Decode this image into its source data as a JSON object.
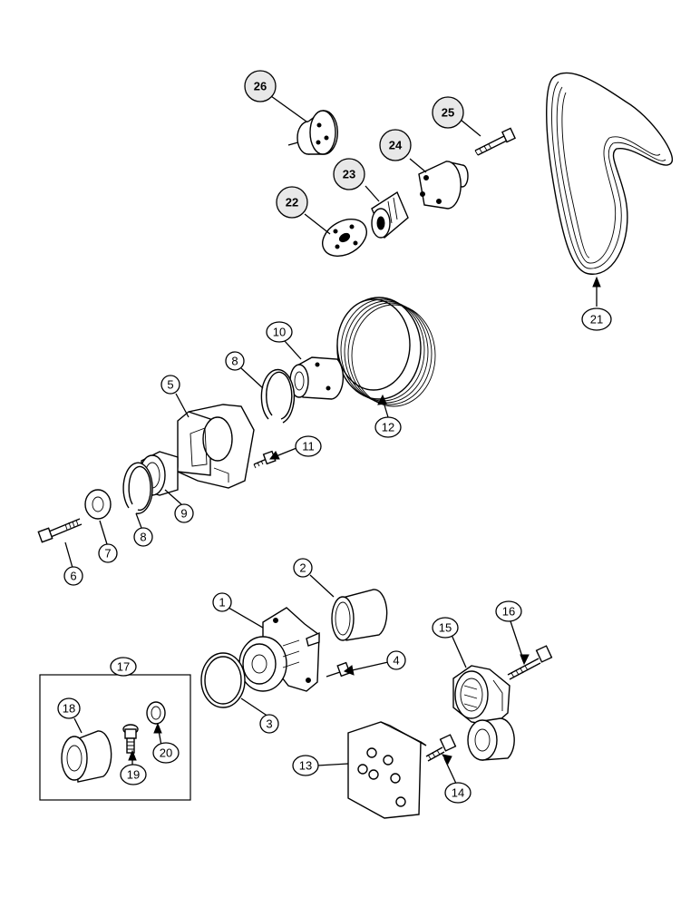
{
  "callouts": {
    "c1": "1",
    "c2": "2",
    "c3": "3",
    "c4": "4",
    "c5": "5",
    "c6": "6",
    "c7": "7",
    "c8a": "8",
    "c8b": "8",
    "c9": "9",
    "c10": "10",
    "c11": "11",
    "c12": "12",
    "c13": "13",
    "c14": "14",
    "c15": "15",
    "c16": "16",
    "c17": "17",
    "c18": "18",
    "c19": "19",
    "c20": "20",
    "c21": "21",
    "c22": "22",
    "c23": "23",
    "c24": "24",
    "c25": "25",
    "c26": "26"
  },
  "colors": {
    "line": "#000000",
    "paper": "#ffffff",
    "shaded_callout": "#e8e8e8"
  }
}
